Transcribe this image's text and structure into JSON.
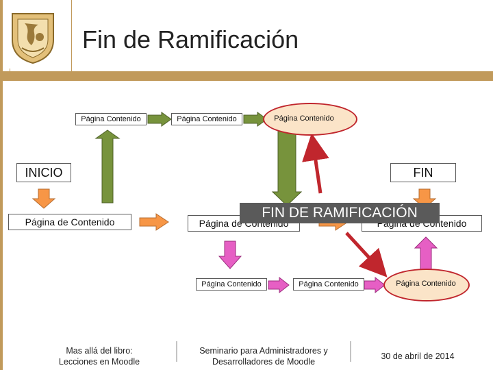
{
  "title": "Fin de Ramificación",
  "colors": {
    "accent_bar": "#c19a5b",
    "green": "#77933c",
    "green_dark": "#4f6228",
    "orange": "#f79646",
    "orange_dark": "#b66d31",
    "pink": "#e65fc4",
    "pink_dark": "#9b2d7d",
    "red": "#c0262d"
  },
  "icons": {
    "logo": "unam-crest-icon"
  },
  "top_row": [
    "Página Contenido",
    "Página Contenido",
    "Página Contenido"
  ],
  "inicio_label": "INICIO",
  "fin_label": "FIN",
  "middle_row": [
    "Página de Contenido",
    "Página de Contenido",
    "Página de Contenido"
  ],
  "fin_ramificacion_label": "FIN DE RAMIFICACIÓN",
  "bottom_row": [
    "Página Contenido",
    "Página Contenido",
    "Página Contenido"
  ],
  "footer": {
    "left": "Mas allá del libro:\nLecciones en Moodle",
    "center": "Seminario para Administradores y\nDesarrolladores de Moodle",
    "right": "30 de abril de 2014"
  }
}
